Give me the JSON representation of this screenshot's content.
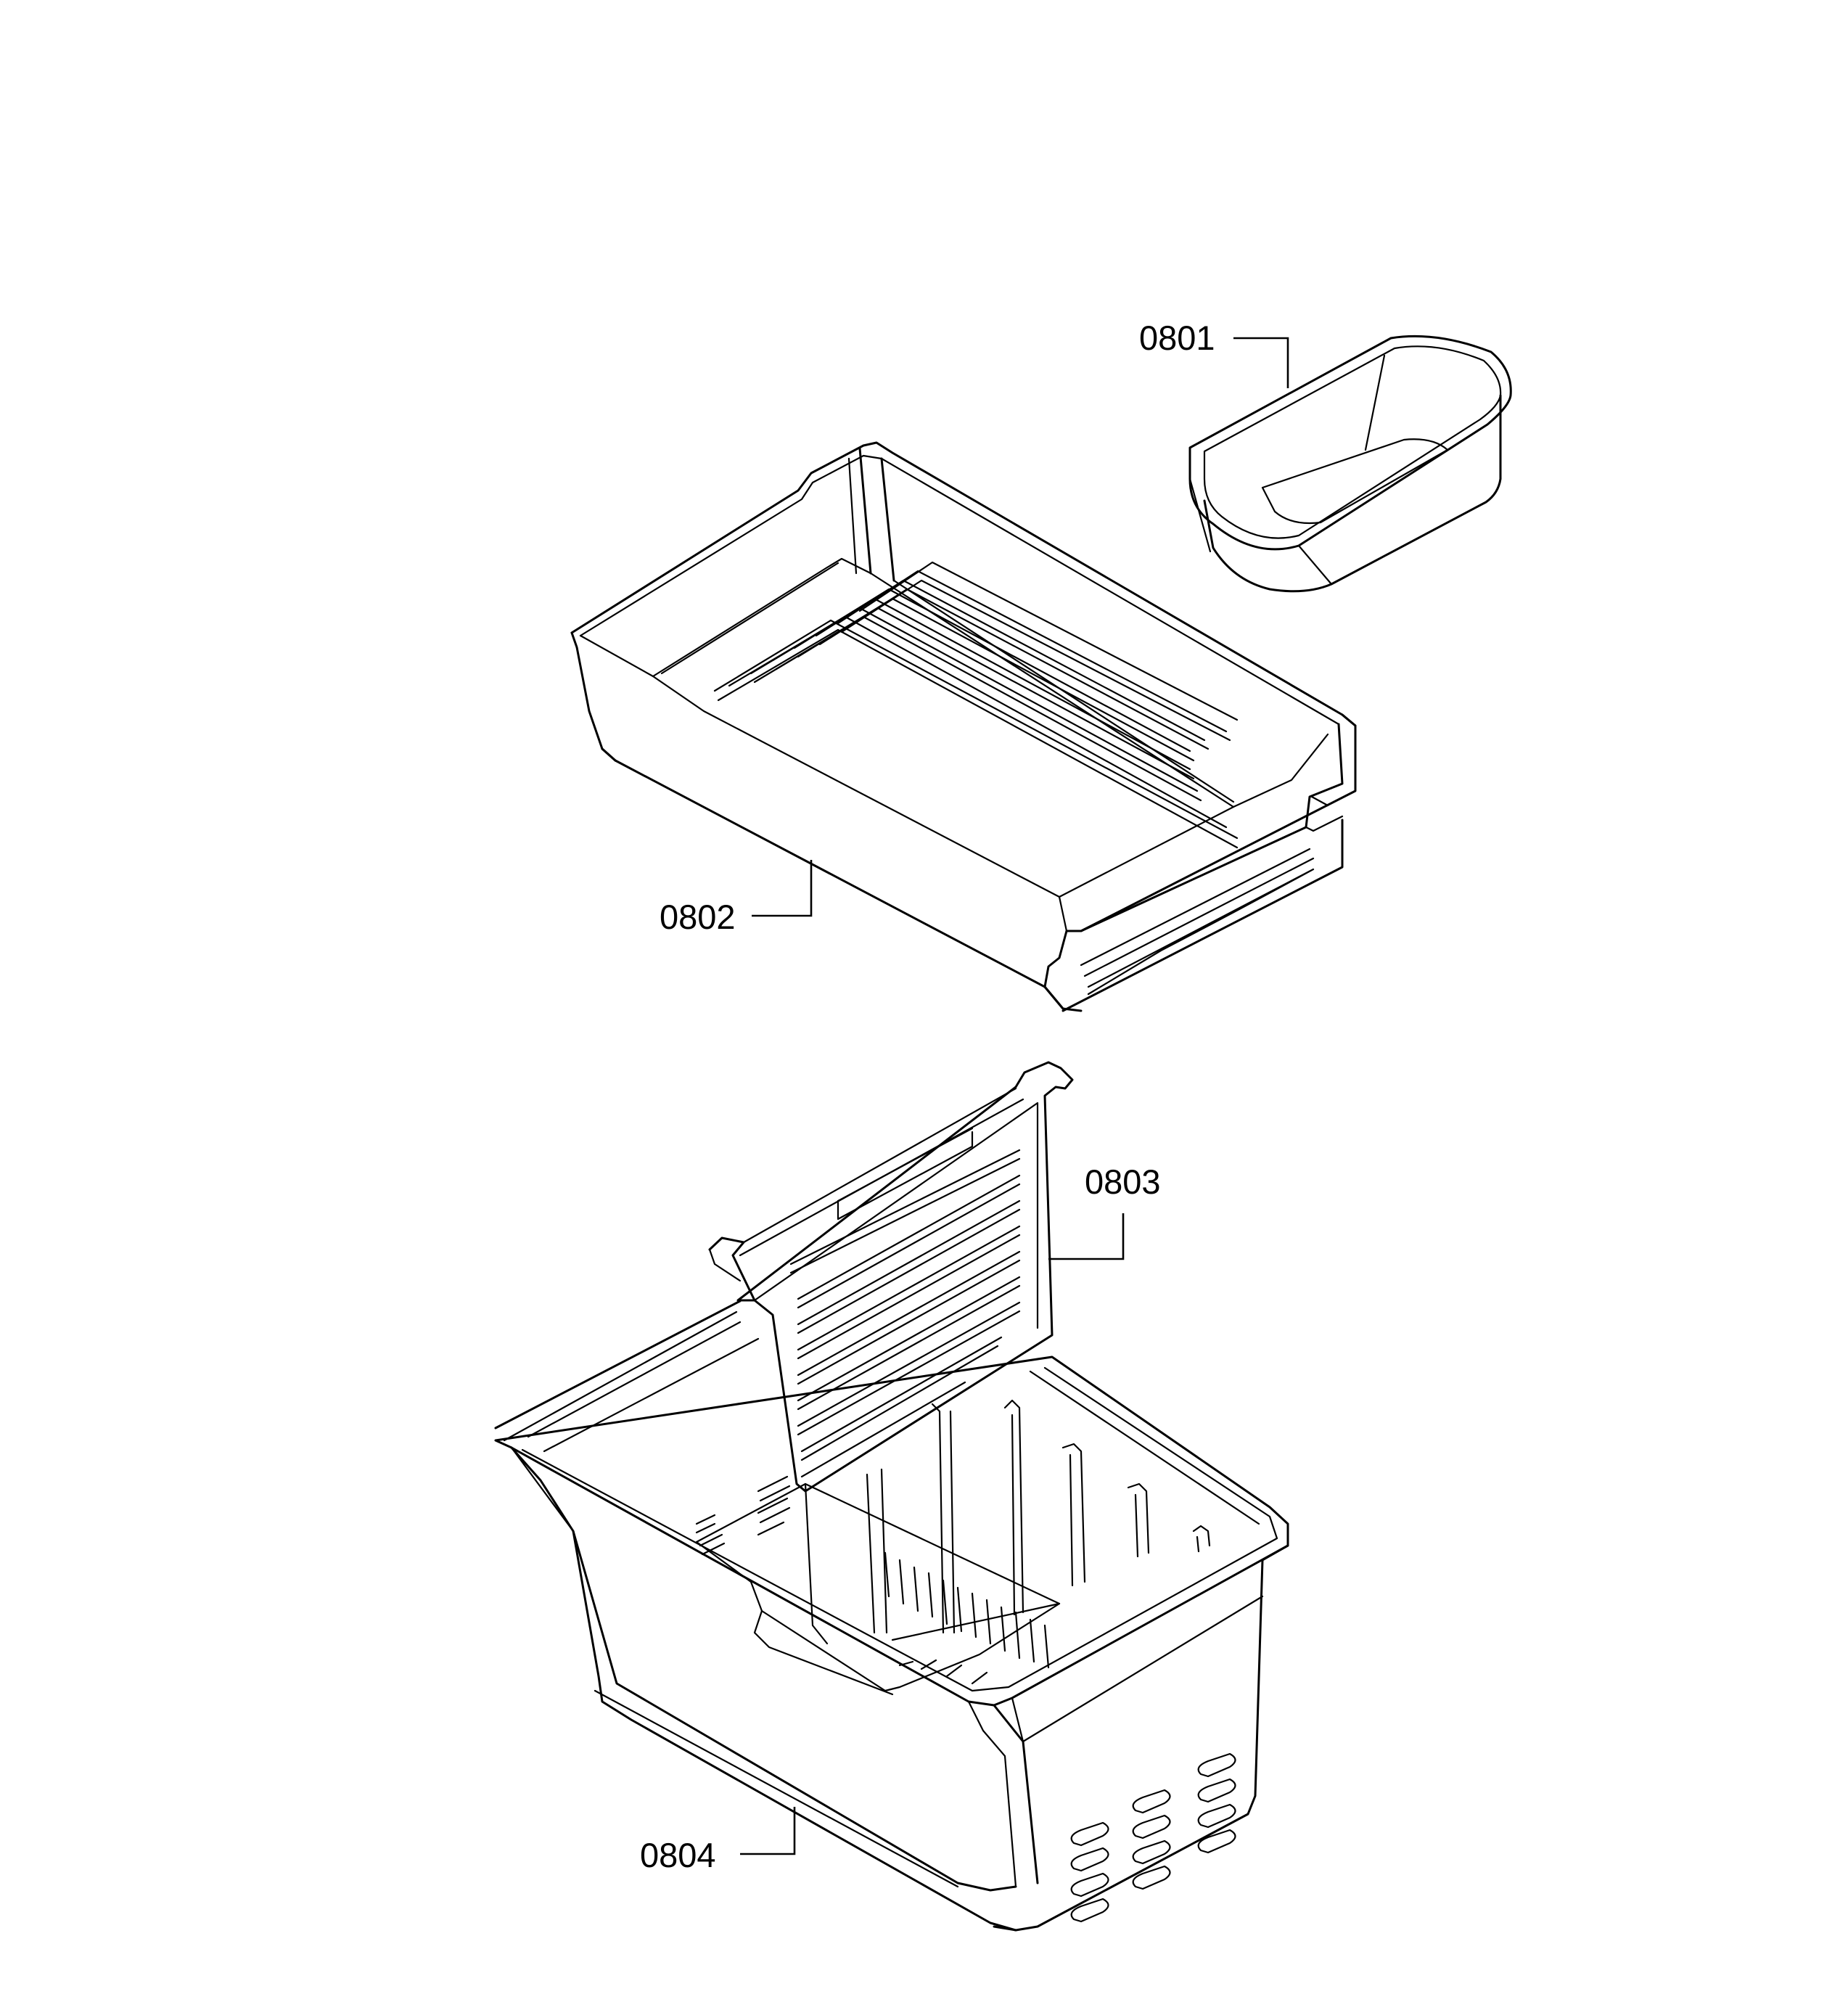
{
  "callouts": [
    {
      "id": "0801",
      "label": "0801",
      "part": "small-bin"
    },
    {
      "id": "0802",
      "label": "0802",
      "part": "ice-tray-drawer"
    },
    {
      "id": "0803",
      "label": "0803",
      "part": "divider-panel"
    },
    {
      "id": "0804",
      "label": "0804",
      "part": "freezer-basket"
    }
  ],
  "colors": {
    "line": "#000000",
    "background": "#ffffff"
  }
}
